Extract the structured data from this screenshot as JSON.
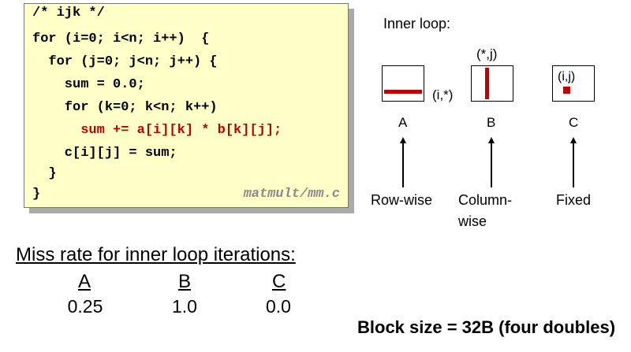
{
  "code": {
    "lines": [
      "/* ijk */",
      "for (i=0; i<n; i++)  {",
      "  for (j=0; j<n; j++) {",
      "    sum = 0.0;",
      "    for (k=0; k<n; k++)",
      "      sum += a[i][k] * b[k][j];",
      "    c[i][j] = sum;",
      "  }",
      "}"
    ],
    "highlight_line": 5,
    "filename": "matmult/mm.c"
  },
  "diagram": {
    "title": "Inner loop:",
    "matrices": [
      {
        "name": "A",
        "index_label": "(i,*)",
        "pattern": "row",
        "access": "Row-wise"
      },
      {
        "name": "B",
        "index_label": "(*,j)",
        "pattern": "column",
        "access": "Column-wise"
      },
      {
        "name": "C",
        "index_label": "(i,j)",
        "pattern": "fixed",
        "access": "Fixed"
      }
    ],
    "access_lines": {
      "column": [
        "Column-",
        "wise"
      ]
    },
    "highlight_color": "#c00000"
  },
  "miss_rate": {
    "title": "Miss rate for inner loop iterations:",
    "columns": [
      "A",
      "B",
      "C"
    ],
    "values": [
      "0.25",
      "1.0",
      "0.0"
    ]
  },
  "block_size": "Block size = 32B (four doubles)"
}
